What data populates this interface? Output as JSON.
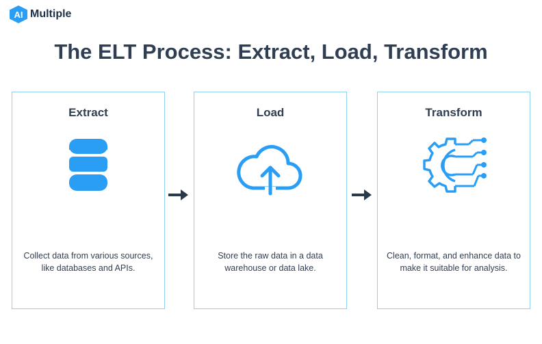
{
  "brand": {
    "badge": "AI",
    "name": "Multiple"
  },
  "title": "The ELT Process: Extract, Load, Transform",
  "steps": [
    {
      "title": "Extract",
      "icon": "database-icon",
      "description": "Collect data from various sources, like databases and APIs."
    },
    {
      "title": "Load",
      "icon": "cloud-upload-icon",
      "description": "Store the raw data in a data warehouse or data lake."
    },
    {
      "title": "Transform",
      "icon": "gear-circuit-icon",
      "description": "Clean, format, and enhance data to make it suitable for analysis."
    }
  ],
  "colors": {
    "accent": "#2a9df4",
    "border": "#8fd0ee",
    "text": "#2f3e52",
    "arrow": "#2b3a4a"
  }
}
